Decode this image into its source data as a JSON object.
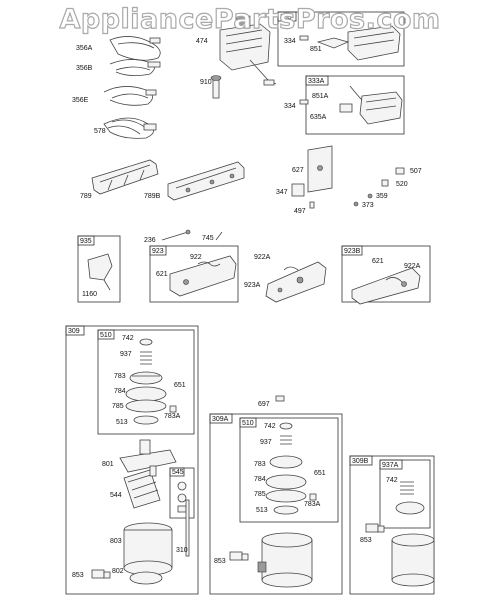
{
  "watermark": "AppliancePartsPros.com",
  "boxes": {
    "b335": "335",
    "b333A": "333A",
    "b935": "935",
    "b923": "923",
    "b923B": "923B",
    "b309": "309",
    "b510": "510",
    "b545": "545",
    "b309A": "309A",
    "b510A": "510",
    "b309B": "309B",
    "b937A": "937A"
  },
  "labels": {
    "l356A": "356A",
    "l356B": "356B",
    "l356E": "356E",
    "l578": "578",
    "l789": "789",
    "l789B": "789B",
    "l474": "474",
    "l910": "910",
    "l334a": "334",
    "l851": "851",
    "l334b": "334",
    "l851A": "851A",
    "l635A": "635A",
    "l627": "627",
    "l507": "507",
    "l520": "520",
    "l359": "359",
    "l347": "347",
    "l373": "373",
    "l497": "497",
    "l236": "236",
    "l745": "745",
    "l1160": "1160",
    "l922": "922",
    "l621": "621",
    "l922A": "922A",
    "l923A": "923A",
    "l621b": "621",
    "l922Ab": "922A",
    "l742": "742",
    "l937": "937",
    "l783": "783",
    "l784": "784",
    "l651": "651",
    "l785": "785",
    "l783A": "783A",
    "l513": "513",
    "l801": "801",
    "l544": "544",
    "l803": "803",
    "l310": "310",
    "l853": "853",
    "l802": "802",
    "l697": "697",
    "l742b": "742",
    "l937b": "937",
    "l783b": "783",
    "l784b": "784",
    "l651b": "651",
    "l785b": "785",
    "l783Ab": "783A",
    "l513b": "513",
    "l853b": "853",
    "l742c": "742",
    "l853c": "853"
  }
}
